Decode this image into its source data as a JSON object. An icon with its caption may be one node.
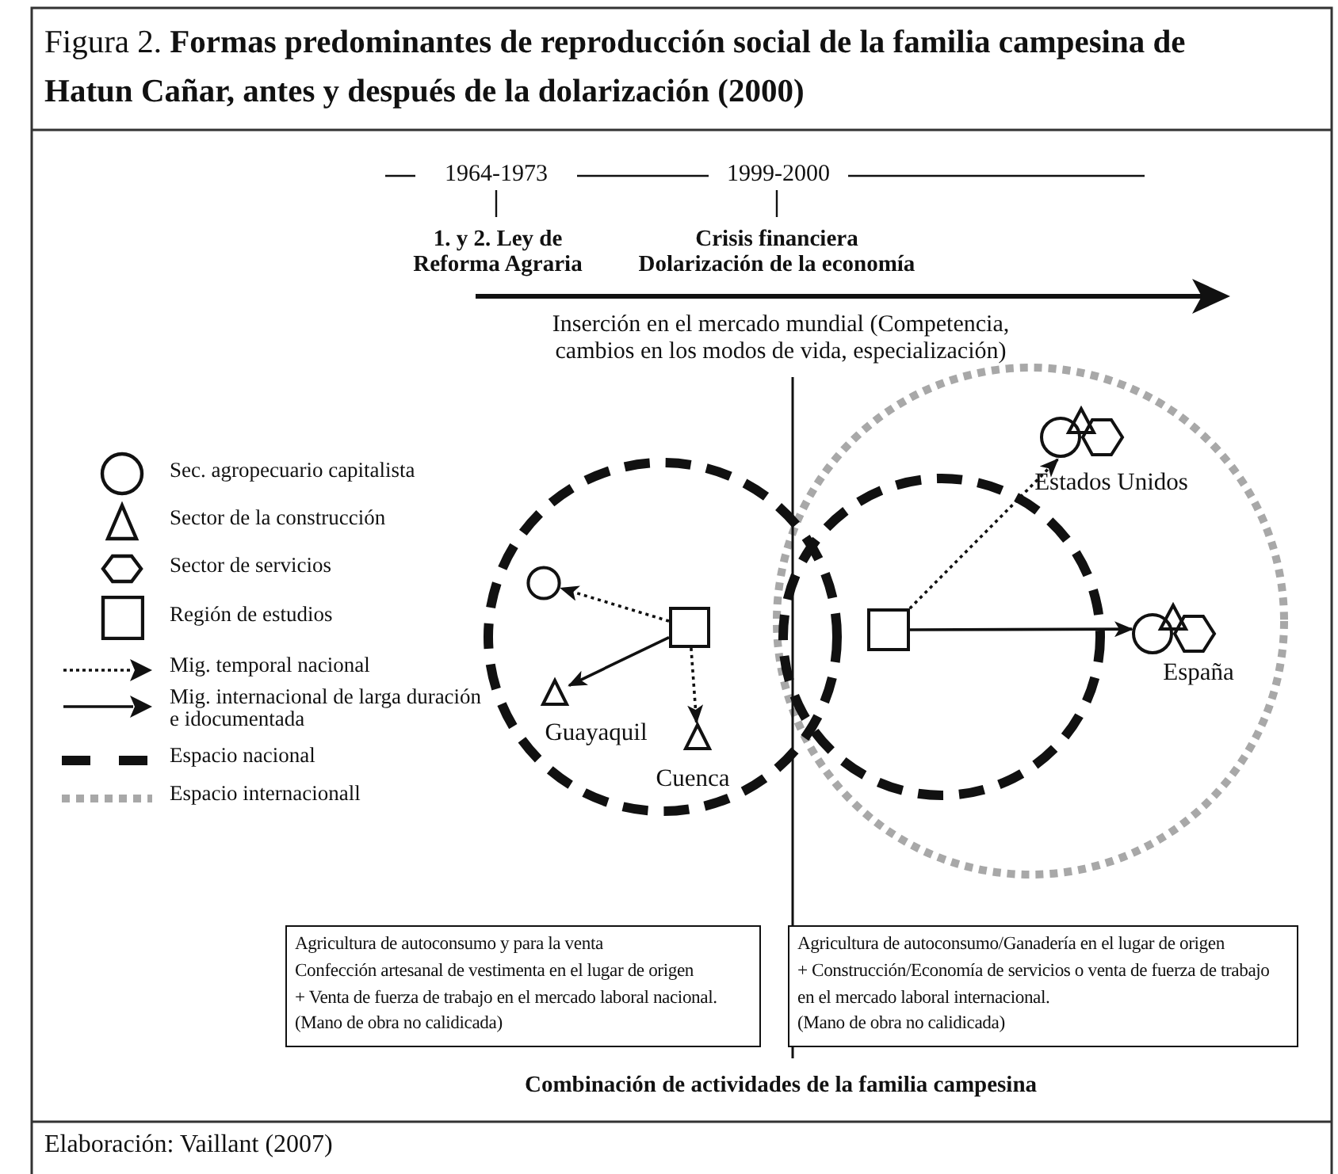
{
  "diagram": {
    "title": "Figura 2. **Formas predominantes de reproducción social de la familia campesina de Hatun Cañar, antes y después de la dolarización (2000)**",
    "caption": "Elaboración: Vaillant (2007)",
    "nodes": [
      {
        "text": [],
        "shape": "box"
      },
      {
        "text": [],
        "shape": "circle"
      },
      {
        "text": [],
        "shape": "triangle",
        "beside": [
          "Guayaquil"
        ]
      },
      {
        "text": [],
        "shape": "triangle",
        "beside": [
          "Cuenca"
        ]
      },
      {
        "text": [],
        "shape": "box"
      },
      {
        "text": [],
        "shape": "symbols",
        "beside": [
          "Estados Unidos"
        ]
      },
      {
        "text": [],
        "shape": "symbols",
        "beside": [
          "España"
        ]
      },
      {
        "text": [
          "Agricultura de autoconsumo y para la venta",
          "Confección artesanal de vestimenta en el lugar de origen",
          "+ Venta de fuerza de trabajo en el mercado laboral nacional.",
          "(Mano de obra no calidicada)"
        ]
      },
      {
        "text": [
          "Agricultura de autoconsumo/Ganadería en el lugar de origen",
          "+ Construcción/Economía de servicios o venta de fuerza de trabajo  en el mercado laboral internacional.",
          "(Mano de obra no calidicada)"
        ]
      }
    ],
    "edges": [
      {
        "from": 0,
        "to": 1,
        "arrow": "to",
        "style": "dashed"
      },
      {
        "from": 0,
        "to": 2,
        "arrow": "to"
      },
      {
        "from": 0,
        "to": 3,
        "arrow": "to",
        "style": "dashed"
      },
      {
        "from": 4,
        "to": 5,
        "arrow": "to",
        "style": "dashed"
      },
      {
        "from": 4,
        "to": 6,
        "arrow": "to"
      }
    ],
    "labels": [
      "1964-1973",
      "1999-2000",
      "1. y 2. Ley de Reforma Agraria",
      "Crisis financiera Dolarización de la economía",
      "Inserción en el mercado mundial (Competencia, cambios en los modos de vida, especialización)",
      "Combinación de actividades de la familia campesina"
    ],
    "legend": [
      {
        "text": "Sec. agropecuario capitalista"
      },
      {
        "text": "Sector de la construcción"
      },
      {
        "text": "Sector de servicios"
      },
      {
        "text": "Región de estudios"
      },
      {
        "text": "Mig. temporal nacional"
      },
      {
        "text": "Mig. internacional de larga duración e idocumentada"
      },
      {
        "text": "Espacio nacional"
      },
      {
        "text": "Espacio internacionall"
      }
    ]
  }
}
